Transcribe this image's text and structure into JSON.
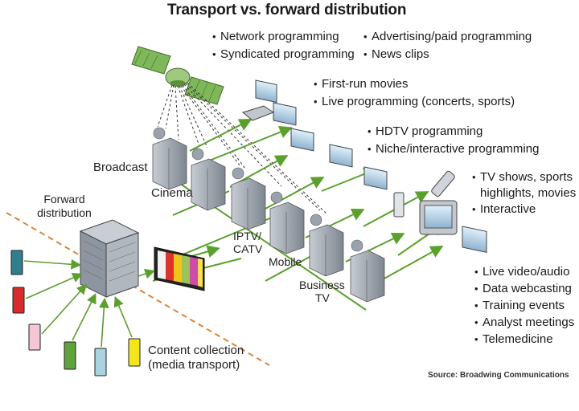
{
  "title": "Transport vs. forward distribution",
  "bullets": {
    "network": [
      "Network programming",
      "Syndicated programming"
    ],
    "advertising": [
      "Advertising/paid programming",
      "News clips"
    ],
    "movies": [
      "First-run movies",
      "Live programming (concerts, sports)"
    ],
    "hdtv": [
      "HDTV programming",
      "Niche/interactive programming"
    ],
    "tv_shows": [
      "TV shows, sports",
      "highlights, movies",
      "Interactive"
    ],
    "live": [
      "Live video/audio",
      "Data webcasting",
      "Training events",
      "Analyst meetings",
      "Telemedicine"
    ]
  },
  "nodes": {
    "broadcast": "Broadcast",
    "cinema": "Cinema",
    "iptv": "IPTV/",
    "catv": "CATV",
    "mobile": "Mobile",
    "business": "Business",
    "business_tv": "TV"
  },
  "forward": [
    "Forward",
    "distribution"
  ],
  "content": [
    "Content collection",
    "(media transport)"
  ],
  "source": "Source: Broadwing Communications",
  "colors": {
    "arrow_green": "#5aa02c",
    "satellite_green": "#7fb85a",
    "dashed_orange": "#d9863a",
    "building": "#9aa3ad"
  },
  "icons": [
    "satellite-icon",
    "datacenter-icon",
    "headend-building-icon",
    "monitor-icon",
    "laptop-icon",
    "cellphone-icon",
    "tv-icon",
    "tape-cassette-icon"
  ]
}
